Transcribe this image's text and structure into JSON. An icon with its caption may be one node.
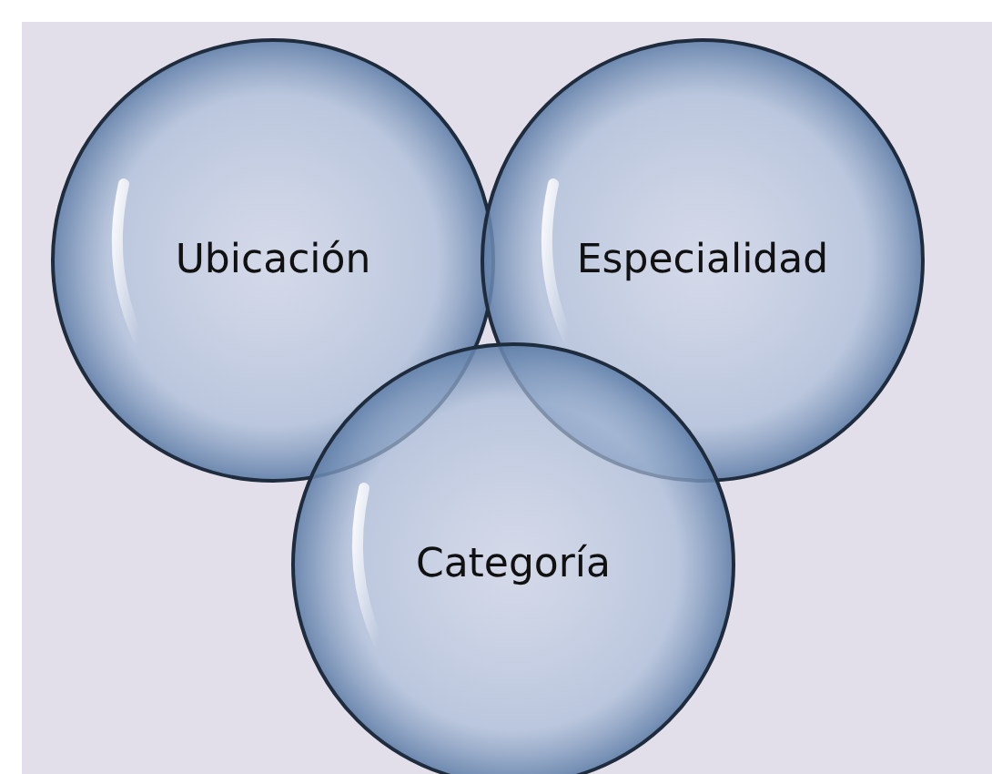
{
  "diagram": {
    "nodes": [
      {
        "text": [
          "Ubicación"
        ]
      },
      {
        "text": [
          "Especialidad"
        ]
      },
      {
        "text": [
          "Categoría"
        ]
      }
    ]
  }
}
